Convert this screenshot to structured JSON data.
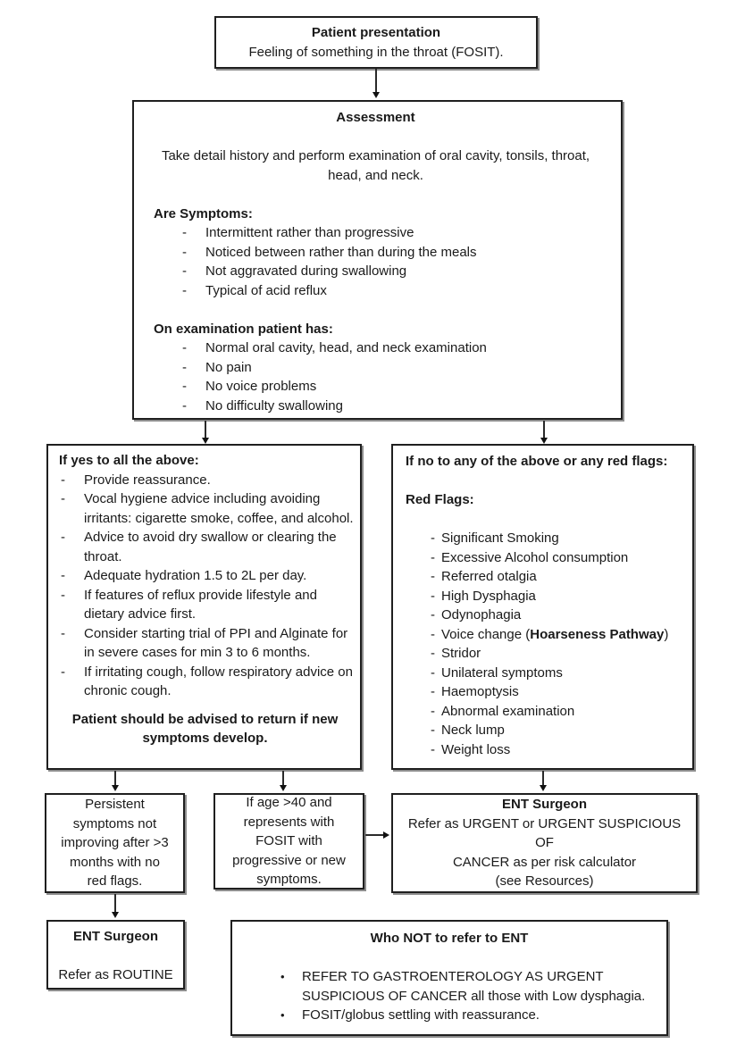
{
  "palette": {
    "background": "#ffffff",
    "box_border": "#1f1f1f",
    "box_shadow": "#8d8d8d",
    "text": "#1a1a1a",
    "arrow": "#111111"
  },
  "markers": {
    "dash": "-",
    "bullet": "•"
  },
  "nodes": {
    "patient": {
      "title": "Patient presentation",
      "subtitle": "Feeling of something in the throat (FOSIT)."
    },
    "assessment": {
      "title": "Assessment",
      "intro_lines": [
        "Take detail history and perform examination of oral cavity, tonsils, throat,",
        "head, and neck."
      ],
      "symptoms_heading": "Are Symptoms:",
      "symptoms": [
        "Intermittent rather than progressive",
        "Noticed between rather than during the meals",
        "Not aggravated during swallowing",
        "Typical of acid reflux"
      ],
      "exam_heading": "On examination patient has:",
      "exam": [
        "Normal oral cavity, head, and neck examination",
        "No pain",
        "No voice problems",
        "No difficulty swallowing"
      ]
    },
    "advice": {
      "heading": "If yes to all the above:",
      "items": [
        "Provide reassurance.",
        "Vocal hygiene advice including avoiding irritants: cigarette smoke, coffee, and alcohol.",
        "Advice to avoid dry swallow or clearing the throat.",
        "Adequate hydration 1.5 to 2L per day.",
        "If features of reflux provide lifestyle and dietary advice first.",
        "Consider starting trial of PPI and Alginate for in severe cases for min 3 to 6 months.",
        "If irritating cough, follow respiratory advice on chronic cough."
      ],
      "footer_lines": [
        "Patient should be advised to return if new",
        "symptoms develop."
      ]
    },
    "redflags": {
      "heading": "If no to any of the above or any red flags:",
      "subheading": "Red Flags:",
      "flags_before": [
        "Significant Smoking",
        "Excessive Alcohol consumption",
        "Referred otalgia",
        "High Dysphagia",
        "Odynophagia"
      ],
      "voice_flag": {
        "prefix": "Voice change (",
        "bold": "Hoarseness Pathway",
        "suffix": ")"
      },
      "flags_after": [
        "Stridor",
        "Unilateral symptoms",
        "Haemoptysis",
        "Abnormal examination",
        "Neck lump",
        "Weight loss"
      ]
    },
    "persistent": {
      "lines": [
        "Persistent",
        "symptoms not",
        "improving after >3",
        "months with no",
        "red flags."
      ]
    },
    "age40": {
      "lines": [
        "If age >40 and",
        "represents with",
        "FOSIT with",
        "progressive or new",
        "symptoms."
      ]
    },
    "ent_urgent": {
      "title": "ENT Surgeon",
      "refer_lines": [
        "Refer as URGENT or URGENT SUSPICIOUS OF",
        "CANCER as per risk calculator"
      ],
      "resources": "(see Resources)"
    },
    "ent_routine": {
      "title": "ENT Surgeon",
      "refer": "Refer as ROUTINE"
    },
    "who_not": {
      "title": "Who NOT to refer to ENT",
      "items": [
        "REFER TO GASTROENTEROLOGY AS URGENT SUSPICIOUS OF CANCER all those with Low dysphagia.",
        "FOSIT/globus settling with reassurance."
      ]
    }
  }
}
